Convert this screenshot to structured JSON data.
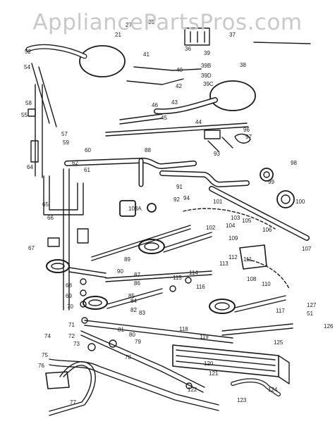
{
  "watermark": "AppliancePartsPros.com",
  "colors": {
    "ink": "#1a1a1a",
    "watermark": "#c9c9c9",
    "paper": "#ffffff"
  },
  "callouts": [
    "21",
    "27",
    "35",
    "37",
    "36",
    "39",
    "38",
    "40",
    "41",
    "44",
    "43",
    "42",
    "39B",
    "39D",
    "39C",
    "45",
    "46",
    "93",
    "96",
    "97",
    "88",
    "98",
    "99",
    "100",
    "91",
    "92",
    "94",
    "101",
    "102",
    "103",
    "104",
    "105",
    "106",
    "107",
    "103A",
    "109",
    "108",
    "110",
    "111",
    "112",
    "113",
    "114",
    "115",
    "116",
    "117",
    "118",
    "119",
    "120",
    "121",
    "122",
    "123",
    "124",
    "125",
    "126",
    "127",
    "51",
    "52",
    "54",
    "55",
    "58",
    "57",
    "59",
    "60",
    "61",
    "62",
    "64",
    "65",
    "66",
    "67",
    "68",
    "69",
    "70",
    "71",
    "72",
    "73",
    "74",
    "75",
    "76",
    "77",
    "78",
    "79",
    "80",
    "81",
    "82",
    "83",
    "84",
    "85",
    "86",
    "87",
    "89",
    "90"
  ]
}
